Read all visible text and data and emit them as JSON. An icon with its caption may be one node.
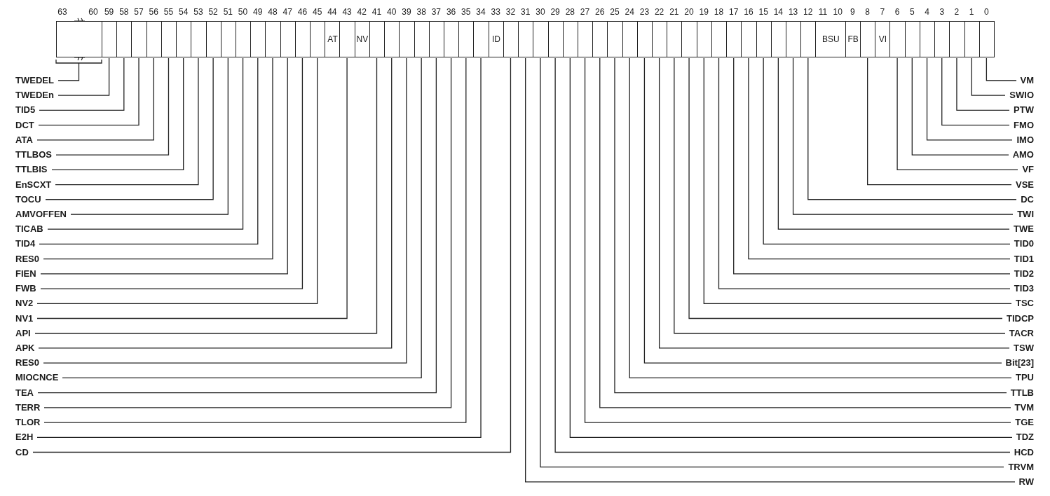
{
  "diagram": {
    "nodes": [
      {
        "text": [],
        "shape": "box"
      },
      {
        "text": [],
        "shape": "box"
      },
      {
        "text": [],
        "shape": "box"
      },
      {
        "text": [],
        "shape": "box"
      },
      {
        "text": [],
        "shape": "box"
      },
      {
        "text": [],
        "shape": "box"
      },
      {
        "text": [],
        "shape": "box"
      },
      {
        "text": [],
        "shape": "box"
      },
      {
        "text": [],
        "shape": "box"
      },
      {
        "text": [],
        "shape": "box"
      },
      {
        "text": [],
        "shape": "box"
      },
      {
        "text": [],
        "shape": "box"
      },
      {
        "text": [],
        "shape": "box"
      },
      {
        "text": [],
        "shape": "box"
      },
      {
        "text": [],
        "shape": "box"
      },
      {
        "text": [],
        "shape": "box"
      },
      {
        "text": [
          "AT"
        ]
      },
      {
        "text": [],
        "shape": "box"
      },
      {
        "text": [
          "NV"
        ]
      },
      {
        "text": [],
        "shape": "box"
      },
      {
        "text": [],
        "shape": "box"
      },
      {
        "text": [],
        "shape": "box"
      },
      {
        "text": [],
        "shape": "box"
      },
      {
        "text": [],
        "shape": "box"
      },
      {
        "text": [],
        "shape": "box"
      },
      {
        "text": [],
        "shape": "box"
      },
      {
        "text": [],
        "shape": "box"
      },
      {
        "text": [
          "ID"
        ]
      },
      {
        "text": [],
        "shape": "box"
      },
      {
        "text": [],
        "shape": "box"
      },
      {
        "text": [],
        "shape": "box"
      },
      {
        "text": [],
        "shape": "box"
      },
      {
        "text": [],
        "shape": "box"
      },
      {
        "text": [],
        "shape": "box"
      },
      {
        "text": [],
        "shape": "box"
      },
      {
        "text": [],
        "shape": "box"
      },
      {
        "text": [],
        "shape": "box"
      },
      {
        "text": [],
        "shape": "box"
      },
      {
        "text": [],
        "shape": "box"
      },
      {
        "text": [],
        "shape": "box"
      },
      {
        "text": [],
        "shape": "box"
      },
      {
        "text": [],
        "shape": "box"
      },
      {
        "text": [],
        "shape": "box"
      },
      {
        "text": [],
        "shape": "box"
      },
      {
        "text": [],
        "shape": "box"
      },
      {
        "text": [],
        "shape": "box"
      },
      {
        "text": [],
        "shape": "box"
      },
      {
        "text": [],
        "shape": "box"
      },
      {
        "text": [],
        "shape": "box"
      },
      {
        "text": [
          "BSU"
        ]
      },
      {
        "text": [
          "FB"
        ]
      },
      {
        "text": [],
        "shape": "box"
      },
      {
        "text": [
          "VI"
        ]
      },
      {
        "text": [],
        "shape": "box"
      },
      {
        "text": [],
        "shape": "box"
      },
      {
        "text": [],
        "shape": "box"
      },
      {
        "text": [],
        "shape": "box"
      },
      {
        "text": [],
        "shape": "box"
      },
      {
        "text": [],
        "shape": "box"
      },
      {
        "text": [],
        "shape": "box"
      },
      {
        "text": [
          "TWEDEL"
        ]
      },
      {
        "text": [
          "TWEDEn"
        ]
      },
      {
        "text": [
          "TID5"
        ]
      },
      {
        "text": [
          "DCT"
        ]
      },
      {
        "text": [
          "ATA"
        ]
      },
      {
        "text": [
          "TTLBOS"
        ]
      },
      {
        "text": [
          "TTLBIS"
        ]
      },
      {
        "text": [
          "EnSCXT"
        ]
      },
      {
        "text": [
          "TOCU"
        ]
      },
      {
        "text": [
          "AMVOFFEN"
        ]
      },
      {
        "text": [
          "TICAB"
        ]
      },
      {
        "text": [
          "TID4"
        ]
      },
      {
        "text": [
          "RES0"
        ]
      },
      {
        "text": [
          "FIEN"
        ]
      },
      {
        "text": [
          "FWB"
        ]
      },
      {
        "text": [
          "NV2"
        ]
      },
      {
        "text": [
          "NV1"
        ]
      },
      {
        "text": [
          "API"
        ]
      },
      {
        "text": [
          "APK"
        ]
      },
      {
        "text": [
          "RES0"
        ]
      },
      {
        "text": [
          "MIOCNCE"
        ]
      },
      {
        "text": [
          "TEA"
        ]
      },
      {
        "text": [
          "TERR"
        ]
      },
      {
        "text": [
          "TLOR"
        ]
      },
      {
        "text": [
          "E2H"
        ]
      },
      {
        "text": [
          "CD"
        ]
      },
      {
        "text": [
          "VM"
        ]
      },
      {
        "text": [
          "SWIO"
        ]
      },
      {
        "text": [
          "PTW"
        ]
      },
      {
        "text": [
          "FMO"
        ]
      },
      {
        "text": [
          "IMO"
        ]
      },
      {
        "text": [
          "AMO"
        ]
      },
      {
        "text": [
          "VF"
        ]
      },
      {
        "text": [
          "VSE"
        ]
      },
      {
        "text": [
          "DC"
        ]
      },
      {
        "text": [
          "TWI"
        ]
      },
      {
        "text": [
          "TWE"
        ]
      },
      {
        "text": [
          "TID0"
        ]
      },
      {
        "text": [
          "TID1"
        ]
      },
      {
        "text": [
          "TID2"
        ]
      },
      {
        "text": [
          "TID3"
        ]
      },
      {
        "text": [
          "TSC"
        ]
      },
      {
        "text": [
          "TIDCP"
        ]
      },
      {
        "text": [
          "TACR"
        ]
      },
      {
        "text": [
          "TSW"
        ]
      },
      {
        "text": [
          "Bit[23]"
        ]
      },
      {
        "text": [
          "TPU"
        ]
      },
      {
        "text": [
          "TTLB"
        ]
      },
      {
        "text": [
          "TVM"
        ]
      },
      {
        "text": [
          "TGE"
        ]
      },
      {
        "text": [
          "TDZ"
        ]
      },
      {
        "text": [
          "HCD"
        ]
      },
      {
        "text": [
          "TRVM"
        ]
      },
      {
        "text": [
          "RW"
        ]
      }
    ],
    "edges": [
      {
        "from": 60,
        "to": 0,
        "arrow": "none"
      },
      {
        "from": 61,
        "to": 1,
        "arrow": "none"
      },
      {
        "from": 62,
        "to": 2,
        "arrow": "none"
      },
      {
        "from": 63,
        "to": 3,
        "arrow": "none"
      },
      {
        "from": 64,
        "to": 4,
        "arrow": "none"
      },
      {
        "from": 65,
        "to": 5,
        "arrow": "none"
      },
      {
        "from": 66,
        "to": 6,
        "arrow": "none"
      },
      {
        "from": 67,
        "to": 7,
        "arrow": "none"
      },
      {
        "from": 68,
        "to": 8,
        "arrow": "none"
      },
      {
        "from": 69,
        "to": 9,
        "arrow": "none"
      },
      {
        "from": 70,
        "to": 10,
        "arrow": "none"
      },
      {
        "from": 71,
        "to": 11,
        "arrow": "none"
      },
      {
        "from": 72,
        "to": 12,
        "arrow": "none"
      },
      {
        "from": 73,
        "to": 13,
        "arrow": "none"
      },
      {
        "from": 74,
        "to": 14,
        "arrow": "none"
      },
      {
        "from": 75,
        "to": 15,
        "arrow": "none"
      },
      {
        "from": 76,
        "to": 17,
        "arrow": "none"
      },
      {
        "from": 77,
        "to": 19,
        "arrow": "none"
      },
      {
        "from": 78,
        "to": 20,
        "arrow": "none"
      },
      {
        "from": 79,
        "to": 21,
        "arrow": "none"
      },
      {
        "from": 80,
        "to": 22,
        "arrow": "none"
      },
      {
        "from": 81,
        "to": 23,
        "arrow": "none"
      },
      {
        "from": 82,
        "to": 24,
        "arrow": "none"
      },
      {
        "from": 83,
        "to": 25,
        "arrow": "none"
      },
      {
        "from": 84,
        "to": 26,
        "arrow": "none"
      },
      {
        "from": 85,
        "to": 28,
        "arrow": "none"
      },
      {
        "from": 86,
        "to": 59,
        "arrow": "none"
      },
      {
        "from": 87,
        "to": 58,
        "arrow": "none"
      },
      {
        "from": 88,
        "to": 57,
        "arrow": "none"
      },
      {
        "from": 89,
        "to": 56,
        "arrow": "none"
      },
      {
        "from": 90,
        "to": 55,
        "arrow": "none"
      },
      {
        "from": 91,
        "to": 54,
        "arrow": "none"
      },
      {
        "from": 92,
        "to": 53,
        "arrow": "none"
      },
      {
        "from": 93,
        "to": 51,
        "arrow": "none"
      },
      {
        "from": 94,
        "to": 48,
        "arrow": "none"
      },
      {
        "from": 95,
        "to": 47,
        "arrow": "none"
      },
      {
        "from": 96,
        "to": 46,
        "arrow": "none"
      },
      {
        "from": 97,
        "to": 45,
        "arrow": "none"
      },
      {
        "from": 98,
        "to": 44,
        "arrow": "none"
      },
      {
        "from": 99,
        "to": 43,
        "arrow": "none"
      },
      {
        "from": 100,
        "to": 42,
        "arrow": "none"
      },
      {
        "from": 101,
        "to": 41,
        "arrow": "none"
      },
      {
        "from": 102,
        "to": 40,
        "arrow": "none"
      },
      {
        "from": 103,
        "to": 39,
        "arrow": "none"
      },
      {
        "from": 104,
        "to": 38,
        "arrow": "none"
      },
      {
        "from": 105,
        "to": 37,
        "arrow": "none"
      },
      {
        "from": 106,
        "to": 36,
        "arrow": "none"
      },
      {
        "from": 107,
        "to": 35,
        "arrow": "none"
      },
      {
        "from": 108,
        "to": 34,
        "arrow": "none"
      },
      {
        "from": 109,
        "to": 33,
        "arrow": "none"
      },
      {
        "from": 110,
        "to": 32,
        "arrow": "none"
      },
      {
        "from": 111,
        "to": 31,
        "arrow": "none"
      },
      {
        "from": 112,
        "to": 30,
        "arrow": "none"
      },
      {
        "from": 113,
        "to": 29,
        "arrow": "none"
      }
    ],
    "labels": [
      "63",
      "60",
      "59",
      "58",
      "57",
      "56",
      "55",
      "54",
      "53",
      "52",
      "51",
      "50",
      "49",
      "48",
      "47",
      "46",
      "45",
      "44",
      "43",
      "42",
      "41",
      "40",
      "39",
      "38",
      "37",
      "36",
      "35",
      "34",
      "33",
      "32",
      "31",
      "30",
      "29",
      "28",
      "27",
      "26",
      "25",
      "24",
      "23",
      "22",
      "21",
      "20",
      "19",
      "18",
      "17",
      "16",
      "15",
      "14",
      "13",
      "12",
      "11",
      "10",
      "9",
      "8",
      "7",
      "6",
      "5",
      "4",
      "3",
      "2",
      "1",
      "0"
    ]
  }
}
